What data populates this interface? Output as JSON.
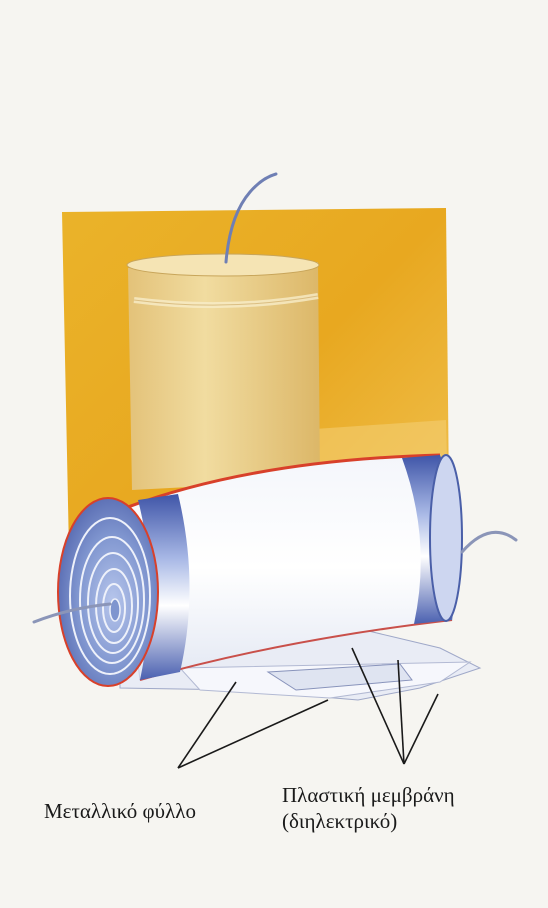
{
  "labels": {
    "metal_foil": "Μεταλλικό φύλλο",
    "plastic_film_line1": "Πλαστική μεμβράνη",
    "plastic_film_line2": "(διηλεκτρικό)"
  },
  "colors": {
    "background": "#f6f5f1",
    "yellow_backdrop": "#e9ad22",
    "canister": "#ebd089",
    "film_white": "#ffffff",
    "foil_blue": "#6f86c4",
    "edge_red": "#d8402a"
  },
  "icons": [
    "capacitor-illustration"
  ]
}
